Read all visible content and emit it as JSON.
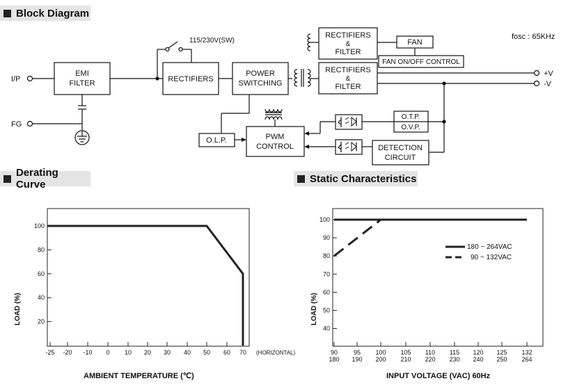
{
  "sections": {
    "block_diagram": "Block Diagram",
    "derating_curve": "Derating Curve",
    "static_characteristics": "Static Characteristics"
  },
  "block_diagram": {
    "fosc": "fosc : 65KHz",
    "input_label": "I/P",
    "fg_label": "FG",
    "switch_label": "115/230V(SW)",
    "emi_filter": [
      "EMI",
      "FILTER"
    ],
    "rectifiers_in": "RECTIFIERS",
    "power_switching": [
      "POWER",
      "SWITCHING"
    ],
    "rectifiers_filter_top": [
      "RECTIFIERS",
      "&",
      "FILTER"
    ],
    "rectifiers_filter_main": [
      "RECTIFIERS",
      "&",
      "FILTER"
    ],
    "fan": "FAN",
    "fan_control": "FAN ON/OFF CONTROL",
    "out_pos": "+V",
    "out_neg": "-V",
    "otp": "O.T.P.",
    "ovp": "O.V.P.",
    "olp": "O.L.P.",
    "pwm": [
      "PWM",
      "CONTROL"
    ],
    "detection": [
      "DETECTION",
      "CIRCUIT"
    ]
  },
  "chart_data": [
    {
      "type": "line",
      "title": "Derating Curve",
      "xlabel": "AMBIENT TEMPERATURE (℃)",
      "xlabel_suffix": "(HORIZONTAL)",
      "ylabel": "LOAD (%)",
      "x_ticks": [
        -25,
        -20,
        -10,
        0,
        10,
        20,
        30,
        40,
        50,
        60,
        70
      ],
      "y_ticks": [
        20,
        40,
        60,
        80,
        100
      ],
      "xlim": [
        -25,
        78
      ],
      "ylim": [
        0,
        110
      ],
      "series": [
        {
          "style": "solid",
          "x": [
            -25,
            50,
            70,
            70
          ],
          "y": [
            100,
            100,
            60,
            0
          ]
        }
      ]
    },
    {
      "type": "line",
      "title": "Static Characteristics",
      "xlabel": "INPUT VOLTAGE (VAC) 60Hz",
      "ylabel": "LOAD (%)",
      "x_ticks_top": [
        "90",
        "95",
        "100",
        "105",
        "110",
        "115",
        "120",
        "125",
        "132"
      ],
      "x_ticks_bottom": [
        "180",
        "190",
        "200",
        "210",
        "220",
        "230",
        "240",
        "250",
        "264"
      ],
      "y_ticks": [
        40,
        50,
        60,
        70,
        80,
        90,
        100
      ],
      "ylim": [
        30,
        105
      ],
      "legend_position": "right",
      "series": [
        {
          "name": "180 ~ 264VAC",
          "style": "solid",
          "x": [
            90,
            132
          ],
          "y": [
            100,
            100
          ]
        },
        {
          "name": "90 ~ 132VAC",
          "style": "dashed",
          "x": [
            90,
            100,
            132
          ],
          "y": [
            80,
            100,
            100
          ]
        }
      ]
    }
  ]
}
